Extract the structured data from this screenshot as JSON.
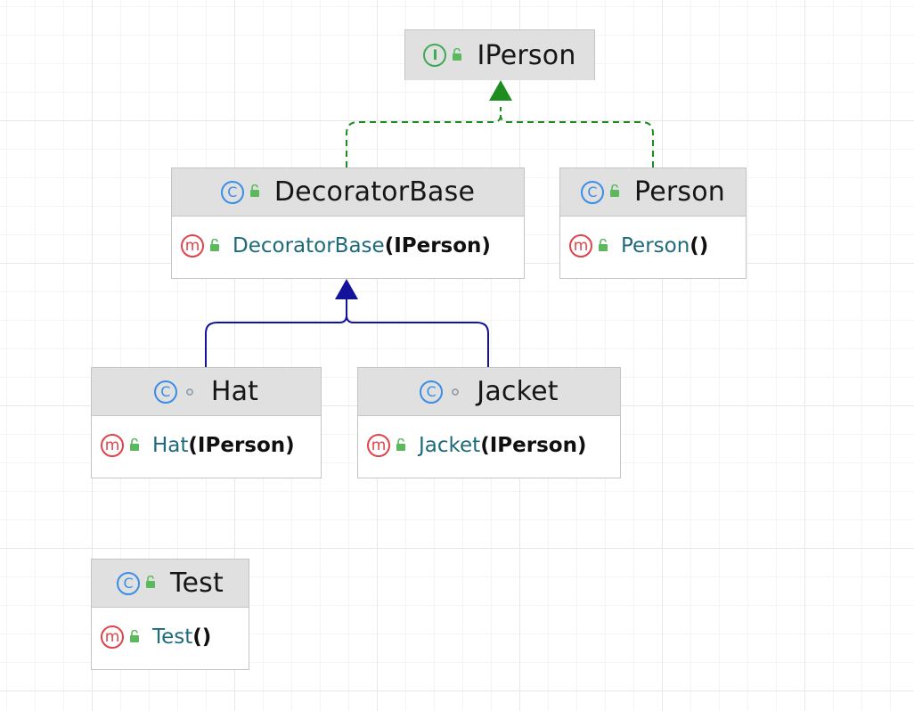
{
  "nodes": {
    "iperson": {
      "kind": "I",
      "title": "IPerson",
      "visibility": "public"
    },
    "decoratorbase": {
      "kind": "C",
      "title": "DecoratorBase",
      "visibility": "public",
      "member": {
        "kind": "m",
        "name": "DecoratorBase",
        "params": "(IPerson)"
      }
    },
    "person": {
      "kind": "C",
      "title": "Person",
      "visibility": "public",
      "member": {
        "kind": "m",
        "name": "Person",
        "params": "()"
      }
    },
    "hat": {
      "kind": "C",
      "title": "Hat",
      "visibility": "package-private",
      "member": {
        "kind": "m",
        "name": "Hat",
        "params": "(IPerson)"
      }
    },
    "jacket": {
      "kind": "C",
      "title": "Jacket",
      "visibility": "package-private",
      "member": {
        "kind": "m",
        "name": "Jacket",
        "params": "(IPerson)"
      }
    },
    "test": {
      "kind": "C",
      "title": "Test",
      "visibility": "public",
      "member": {
        "kind": "m",
        "name": "Test",
        "params": "()"
      }
    }
  },
  "relations": [
    {
      "from": "DecoratorBase",
      "to": "IPerson",
      "type": "implements"
    },
    {
      "from": "Person",
      "to": "IPerson",
      "type": "implements"
    },
    {
      "from": "Hat",
      "to": "DecoratorBase",
      "type": "extends"
    },
    {
      "from": "Jacket",
      "to": "DecoratorBase",
      "type": "extends"
    }
  ],
  "colors": {
    "implements_edge": "#1e8c1e",
    "extends_edge": "#12129a",
    "class_badge": "#3a8ee6",
    "interface_badge": "#3eaa52",
    "method_badge": "#e0434a",
    "member_name": "#1d6a7a",
    "header_bg": "#e0e0e0",
    "lock_green": "#5cb85c"
  },
  "icons": {
    "class": "circled-c-icon",
    "interface": "circled-i-icon",
    "method": "circled-m-icon",
    "public": "open-lock-icon",
    "package_private": "dot-icon"
  }
}
